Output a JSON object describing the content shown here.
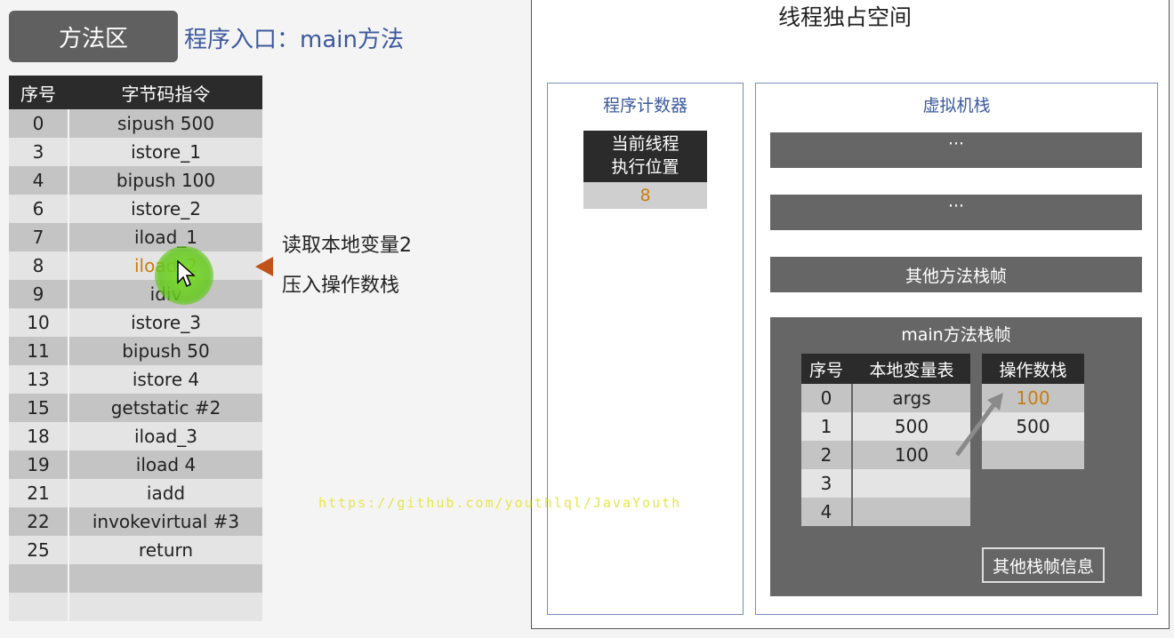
{
  "method_area": {
    "tab_label": "方法区",
    "entry_title": "程序入口：main方法"
  },
  "bytecode": {
    "headers": [
      "序号",
      "字节码指令"
    ],
    "rows": [
      {
        "index": "0",
        "instr": "sipush 500"
      },
      {
        "index": "3",
        "instr": "istore_1"
      },
      {
        "index": "4",
        "instr": "bipush 100"
      },
      {
        "index": "6",
        "instr": "istore_2"
      },
      {
        "index": "7",
        "instr": "iload_1"
      },
      {
        "index": "8",
        "instr": "iload_2"
      },
      {
        "index": "9",
        "instr": "idiv"
      },
      {
        "index": "10",
        "instr": "istore_3"
      },
      {
        "index": "11",
        "instr": "bipush 50"
      },
      {
        "index": "13",
        "instr": "istore 4"
      },
      {
        "index": "15",
        "instr": "getstatic #2"
      },
      {
        "index": "18",
        "instr": "iload_3"
      },
      {
        "index": "19",
        "instr": "iload 4"
      },
      {
        "index": "21",
        "instr": "iadd"
      },
      {
        "index": "22",
        "instr": "invokevirtual #3"
      },
      {
        "index": "25",
        "instr": "return"
      },
      {
        "index": "",
        "instr": ""
      },
      {
        "index": "",
        "instr": ""
      }
    ],
    "highlighted_row": 5
  },
  "annotation": {
    "line1": "读取本地变量2",
    "line2": "压入操作数栈"
  },
  "watermark": "https://github.com/youthlql/JavaYouth",
  "thread_space": {
    "title": "线程独占空间",
    "pc_register": {
      "title": "程序计数器",
      "header_line1": "当前线程",
      "header_line2": "执行位置",
      "value": "8"
    },
    "vm_stack": {
      "title": "虚拟机栈",
      "frame1": "···",
      "frame2": "···",
      "frame3": "其他方法栈帧",
      "main_frame": {
        "title": "main方法栈帧",
        "local_vars": {
          "headers": [
            "序号",
            "本地变量表"
          ],
          "rows": [
            {
              "index": "0",
              "value": "args"
            },
            {
              "index": "1",
              "value": "500"
            },
            {
              "index": "2",
              "value": "100"
            },
            {
              "index": "3",
              "value": ""
            },
            {
              "index": "4",
              "value": ""
            }
          ]
        },
        "operand_stack": {
          "header": "操作数栈",
          "rows": [
            "100",
            "500",
            ""
          ]
        },
        "other_info": "其他栈帧信息"
      }
    }
  },
  "colors": {
    "accent_blue": "#3d5a9e",
    "highlight_orange": "#c87d12",
    "pointer": "#c0531a"
  }
}
